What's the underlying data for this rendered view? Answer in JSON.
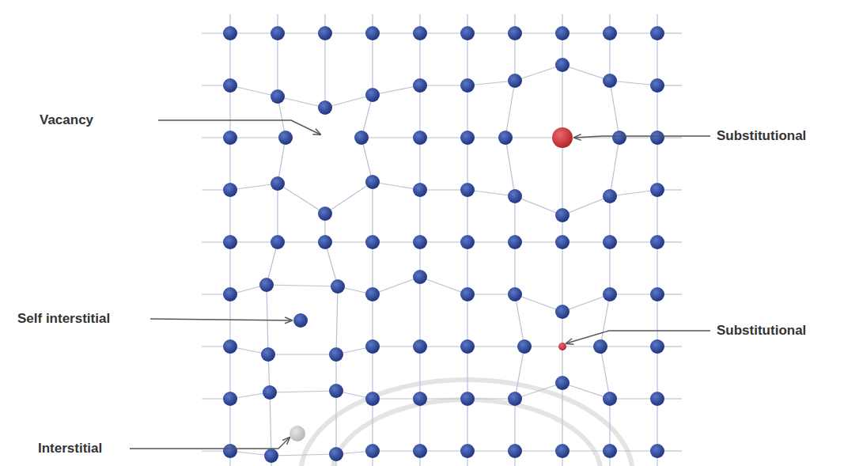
{
  "diagram": {
    "labels": [
      "Vacancy",
      "Substitutional",
      "Self interstitial",
      "Substitutional",
      "Interstitial"
    ]
  }
}
